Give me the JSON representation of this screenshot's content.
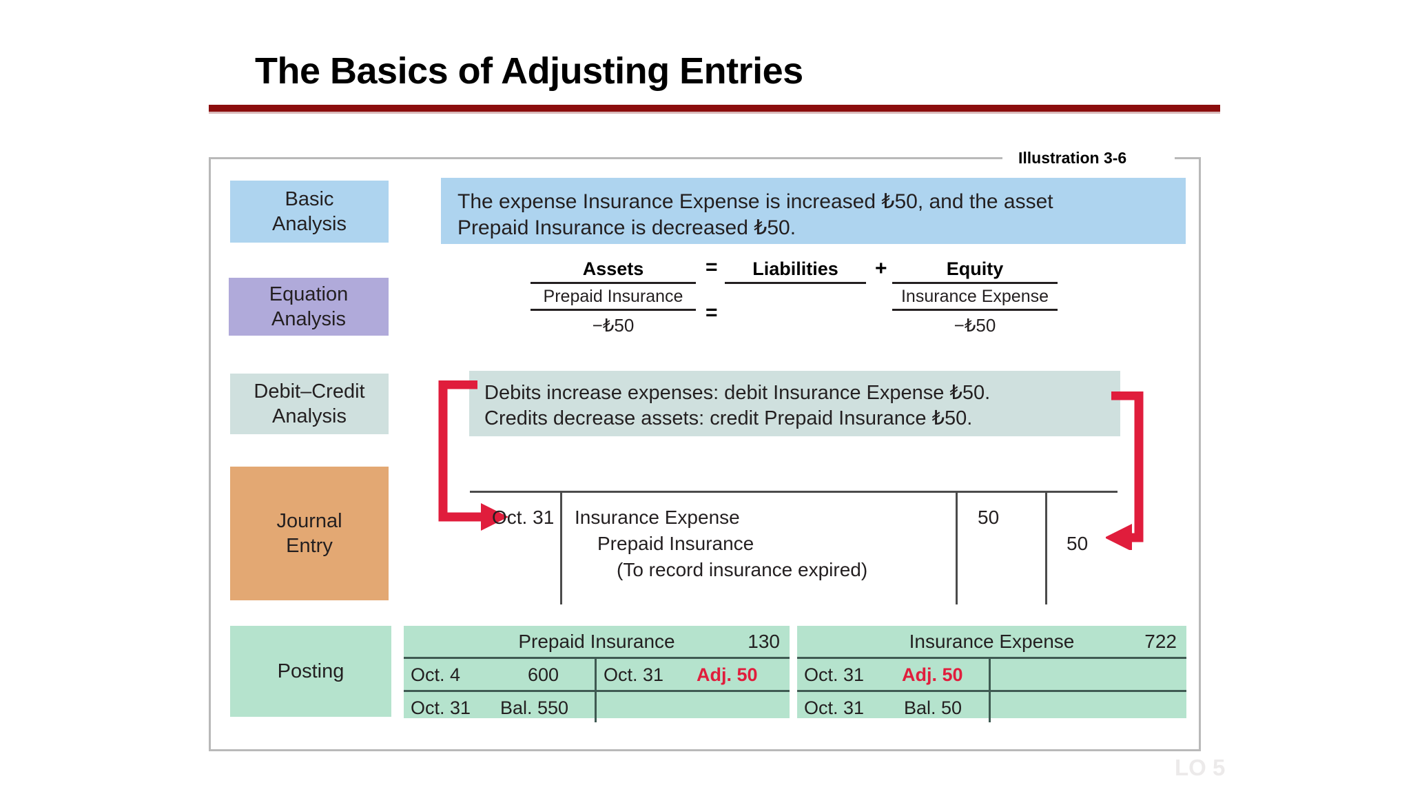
{
  "slide": {
    "title": "The Basics of Adjusting Entries",
    "illustration_label": "Illustration 3-6",
    "lo_tag": "LO 5",
    "accent_rule_color": "#8b0d0d",
    "arrow_color": "#e01d3c"
  },
  "stages": [
    {
      "id": "basic",
      "line1": "Basic",
      "line2": "Analysis",
      "color": "#aed4ef"
    },
    {
      "id": "equation",
      "line1": "Equation",
      "line2": "Analysis",
      "color": "#b0aada"
    },
    {
      "id": "debit",
      "line1": "Debit–Credit",
      "line2": "Analysis",
      "color": "#cfe0de"
    },
    {
      "id": "journal",
      "line1": "Journal",
      "line2": "Entry",
      "color": "#e3a873"
    },
    {
      "id": "posting",
      "line1": "Posting",
      "line2": "",
      "color": "#b5e3cd"
    }
  ],
  "basic_analysis": {
    "line1": "The expense Insurance Expense is increased ₺50, and the asset",
    "line2": "Prepaid Insurance is decreased ₺50.",
    "background": "#aed4ef"
  },
  "equation_analysis": {
    "assets_header": "Assets",
    "assets_account": "Prepaid Insurance",
    "assets_value": "−₺50",
    "liabilities_header": "Liabilities",
    "liabilities_account": "",
    "liabilities_value": "",
    "equity_header": "Equity",
    "equity_account": "Insurance Expense",
    "equity_value": "−₺50",
    "op_equals_top": "=",
    "op_plus": "+",
    "op_equals_bottom": "="
  },
  "debit_credit_analysis": {
    "line1": "Debits increase expenses: debit Insurance Expense ₺50.",
    "line2": "Credits decrease assets: credit Prepaid Insurance ₺50.",
    "background": "#cfe0de"
  },
  "journal_entry": {
    "date": "Oct. 31",
    "debit_account": "Insurance Expense",
    "credit_account": "Prepaid Insurance",
    "explanation": "(To record insurance expired)",
    "debit_amount": "50",
    "credit_amount": "50"
  },
  "posting": {
    "accounts": [
      {
        "title": "Prepaid Insurance",
        "number": "130",
        "left_rows": [
          {
            "date": "Oct.  4",
            "amount": "600",
            "highlight": false
          },
          {
            "date": "Oct. 31",
            "amount": "Bal. 550",
            "highlight": false
          }
        ],
        "right_rows": [
          {
            "date": "Oct. 31",
            "amount": "Adj. 50",
            "highlight": true
          }
        ]
      },
      {
        "title": "Insurance Expense",
        "number": "722",
        "left_rows": [
          {
            "date": "Oct. 31",
            "amount": "Adj.  50",
            "highlight": true
          },
          {
            "date": "Oct. 31",
            "amount": "Bal.  50",
            "highlight": false
          }
        ],
        "right_rows": []
      }
    ],
    "background": "#b5e3cd",
    "highlight_color": "#e01d3c"
  }
}
